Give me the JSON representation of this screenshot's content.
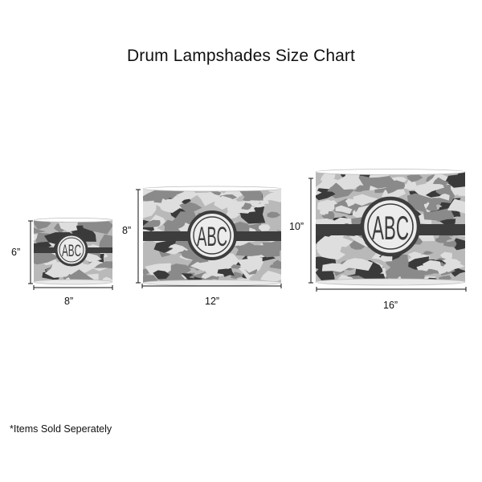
{
  "title": "Drum Lampshades Size Chart",
  "footnote": "*Items Sold Seperately",
  "shades": [
    {
      "height_label": "6”",
      "width_label": "8”",
      "monogram": "ABC"
    },
    {
      "height_label": "8”",
      "width_label": "12”",
      "monogram": "ABC"
    },
    {
      "height_label": "10”",
      "width_label": "16”",
      "monogram": "ABC"
    }
  ],
  "colors": {
    "band": "#3d3d3d",
    "monogram_ring": "#3d3d3d",
    "camo_base": "#b9b9b9",
    "camo_light": "#dedede",
    "camo_mid": "#8a8a8a",
    "camo_dark": "#3a3a3a"
  }
}
